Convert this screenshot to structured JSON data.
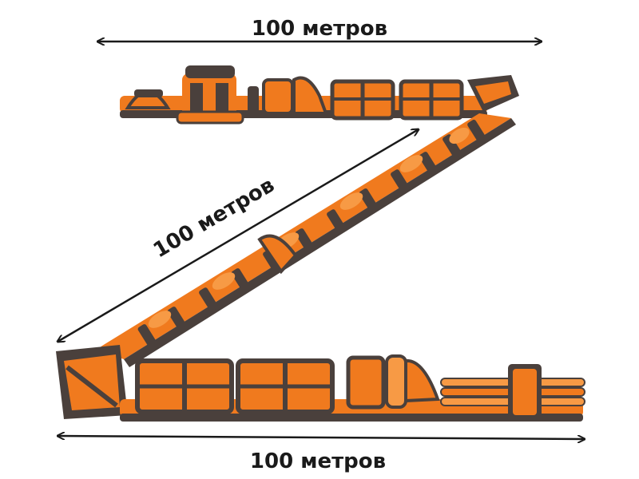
{
  "image": {
    "subject": "inflatable-obstacle-course",
    "colors": {
      "orange": "#f07a1e",
      "orange_light": "#f79a45",
      "dark": "#4a403c",
      "dark_light": "#6a5d56",
      "arrow": "#1a1a1a",
      "background": "#ffffff"
    }
  },
  "dimensions": {
    "top": {
      "label": "100 метров"
    },
    "diagonal": {
      "label": "100 метров"
    },
    "bottom": {
      "label": "100 метров"
    }
  }
}
